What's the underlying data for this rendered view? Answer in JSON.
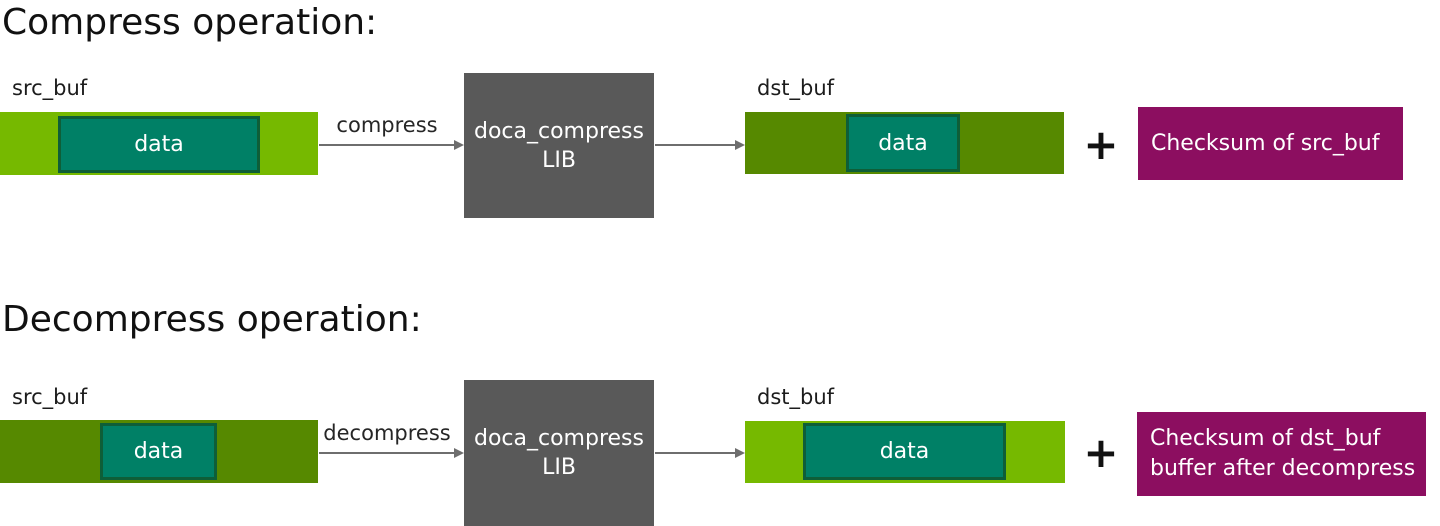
{
  "colors": {
    "light_green": "#76b900",
    "olive_green": "#568900",
    "teal": "#008066",
    "teal_border": "#0e5e38",
    "gray_box": "#595959",
    "magenta": "#8c0e60",
    "arrow": "#6e6e6e"
  },
  "sections": [
    {
      "title": "Compress operation:",
      "src_buf_label": "src_buf",
      "dst_buf_label": "dst_buf",
      "operation_label": "compress",
      "src_data_label": "data",
      "dst_data_label": "data",
      "lib_box": {
        "line1": "doca_compress",
        "line2": "LIB"
      },
      "plus": "+",
      "checksum": {
        "line1": "Checksum of src_buf",
        "line2": ""
      }
    },
    {
      "title": "Decompress operation:",
      "src_buf_label": "src_buf",
      "dst_buf_label": "dst_buf",
      "operation_label": "decompress",
      "src_data_label": "data",
      "dst_data_label": "data",
      "lib_box": {
        "line1": "doca_compress",
        "line2": "LIB"
      },
      "plus": "+",
      "checksum": {
        "line1": "Checksum of dst_buf",
        "line2": "buffer after decompress"
      }
    }
  ]
}
